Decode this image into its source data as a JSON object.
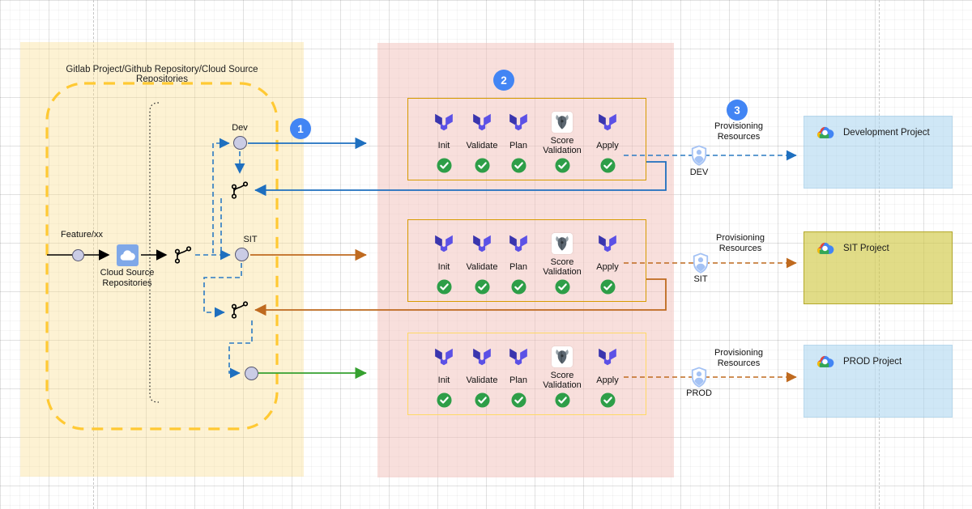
{
  "title": "Gitlab Project/Github Repository/Cloud Source Repositories",
  "badges": {
    "one": "1",
    "two": "2",
    "three": "3"
  },
  "source": {
    "feature_branch": "Feature/xx",
    "repo_label": "Cloud Source Repositories",
    "dev_branch": "Dev",
    "sit_branch": "SIT"
  },
  "pipelines": [
    {
      "env": "DEV",
      "stages": [
        "Init",
        "Validate",
        "Plan",
        "Score Validation",
        "Apply"
      ]
    },
    {
      "env": "SIT",
      "stages": [
        "Init",
        "Validate",
        "Plan",
        "Score Validation",
        "Apply"
      ]
    },
    {
      "env": "PROD",
      "stages": [
        "Init",
        "Validate",
        "Plan",
        "Score Validation",
        "Apply"
      ]
    }
  ],
  "provisioning": {
    "label": "Provisioning Resources",
    "identities": [
      "DEV",
      "SIT",
      "PROD"
    ]
  },
  "projects": [
    {
      "name": "Development Project",
      "fill": "#CDE6F4"
    },
    {
      "name": "SIT Project",
      "fill": "#D5CD55"
    },
    {
      "name": "PROD Project",
      "fill": "#CDE6F4"
    }
  ],
  "colors": {
    "dev_flow": "#1E6FBF",
    "sit_flow": "#BF6A1F",
    "prod_flow": "#35A02F",
    "badge": "#4285F4",
    "repo_container_border": "#FFC933",
    "pipeline_border": "#D79B00",
    "pipeline_border_prod": "#FFD966",
    "terraform": "#5C51E6",
    "success_check": "#2E9E48"
  }
}
